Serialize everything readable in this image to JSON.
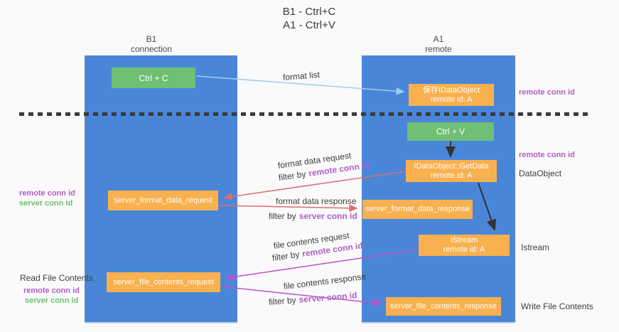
{
  "title": {
    "line1": "B1 - Ctrl+C",
    "line2": "A1 - Ctrl+V"
  },
  "columns": {
    "left": {
      "name": "B1",
      "role": "connection"
    },
    "right": {
      "name": "A1",
      "role": "remote"
    }
  },
  "nodes": {
    "ctrl_c": "Ctrl + C",
    "ctrl_v": "Ctrl + V",
    "save_idataobject": {
      "title": "保存IDataObject",
      "subtitle": "remote id: A"
    },
    "idataobject_getdata": {
      "title": "IDataObject::GetData",
      "subtitle": "remote id: A"
    },
    "istream": {
      "title": "IStream",
      "subtitle": "remote id: A"
    },
    "server_format_data_request": "server_format_data_request",
    "server_format_data_response": "server_format_data_response",
    "server_file_contents_request": "server_file_contents_request",
    "server_file_contents_response": "server_file_contents_response"
  },
  "edge_labels": {
    "format_list": "format list",
    "format_data_request": "format data request",
    "format_data_response": "format data response",
    "file_contents_request": "file contents request",
    "file_contents_response": "file contents response",
    "filter_by": "filter by",
    "remote_conn_id": "remote conn id",
    "server_conn_id": "server conn id"
  },
  "side_labels": {
    "remote_conn_id": "remote conn id",
    "server_conn_id": "server conn id",
    "dataobject": "DataObject",
    "istream": "Istream",
    "read_file_contents": "Read File Contents",
    "write_file_contents": "Write File Contents"
  },
  "colors": {
    "column_blue": "#4a86d8",
    "node_green": "#6fbf74",
    "node_orange": "#f9b04e",
    "conn_id_purple": "#b05fc6",
    "conn_id_green": "#6ec071",
    "arrow_salmon": "#e06c6c",
    "arrow_magenta": "#c050c8",
    "arrow_lightblue": "#9fcdef",
    "arrow_black": "#333333"
  }
}
